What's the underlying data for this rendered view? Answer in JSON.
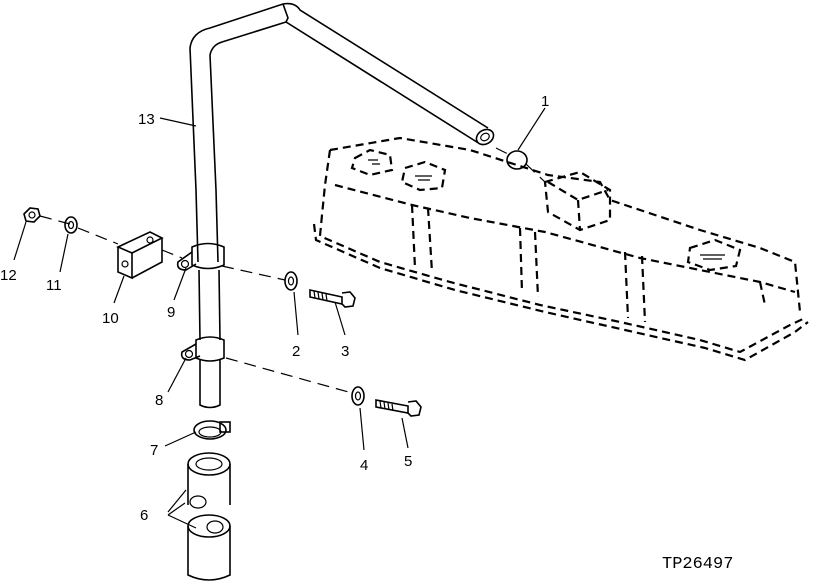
{
  "diagram": {
    "figure_id": "TP26497",
    "callouts": {
      "c1": "1",
      "c2": "2",
      "c3": "3",
      "c4": "4",
      "c5": "5",
      "c6": "6",
      "c7": "7",
      "c8": "8",
      "c9": "9",
      "c10": "10",
      "c11": "11",
      "c12": "12",
      "c13": "13"
    }
  }
}
